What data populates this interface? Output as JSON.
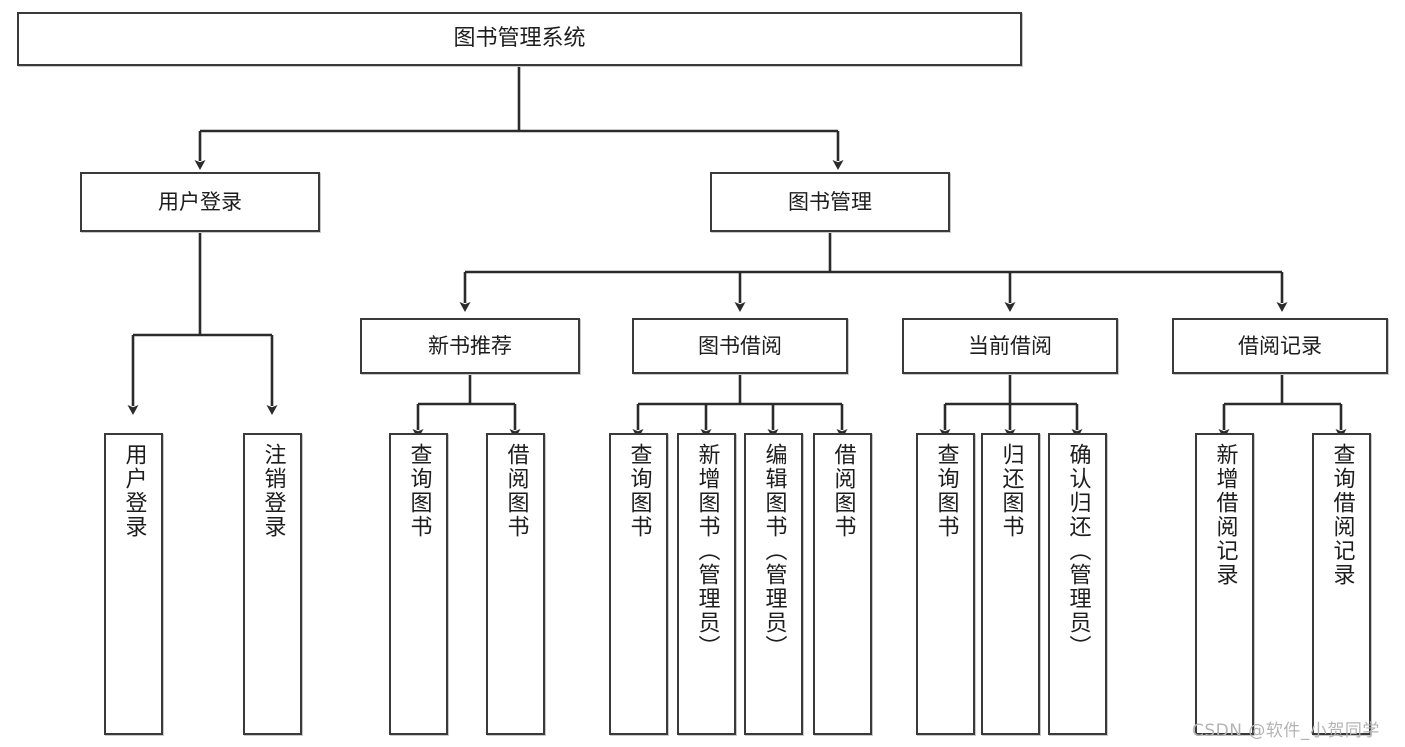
{
  "diagram": {
    "title": "图书管理系统",
    "type": "tree",
    "watermark": "CSDN @软件_小贺同学",
    "colors": {
      "border": "#3a3a3a",
      "background": "#ffffff",
      "text": "#1d1d1d",
      "connector": "#2b2b2b",
      "watermark": "#b4b4b4"
    },
    "nodes": {
      "root": {
        "label": "图书管理系统"
      },
      "level2": [
        {
          "label": "用户登录"
        },
        {
          "label": "图书管理"
        }
      ],
      "level3": [
        {
          "label": "新书推荐"
        },
        {
          "label": "图书借阅"
        },
        {
          "label": "当前借阅"
        },
        {
          "label": "借阅记录"
        }
      ],
      "leaves_user_login": [
        {
          "label": "用户登录"
        },
        {
          "label": "注销登录"
        }
      ],
      "leaves_new_books": [
        {
          "label": "查询图书"
        },
        {
          "label": "借阅图书"
        }
      ],
      "leaves_borrow": [
        {
          "label": "查询图书"
        },
        {
          "label": "新增图书（管理员）"
        },
        {
          "label": "编辑图书（管理员）"
        },
        {
          "label": "借阅图书"
        }
      ],
      "leaves_current": [
        {
          "label": "查询图书"
        },
        {
          "label": "归还图书"
        },
        {
          "label": "确认归还（管理员）"
        }
      ],
      "leaves_records": [
        {
          "label": "新增借阅记录"
        },
        {
          "label": "查询借阅记录"
        }
      ]
    }
  }
}
